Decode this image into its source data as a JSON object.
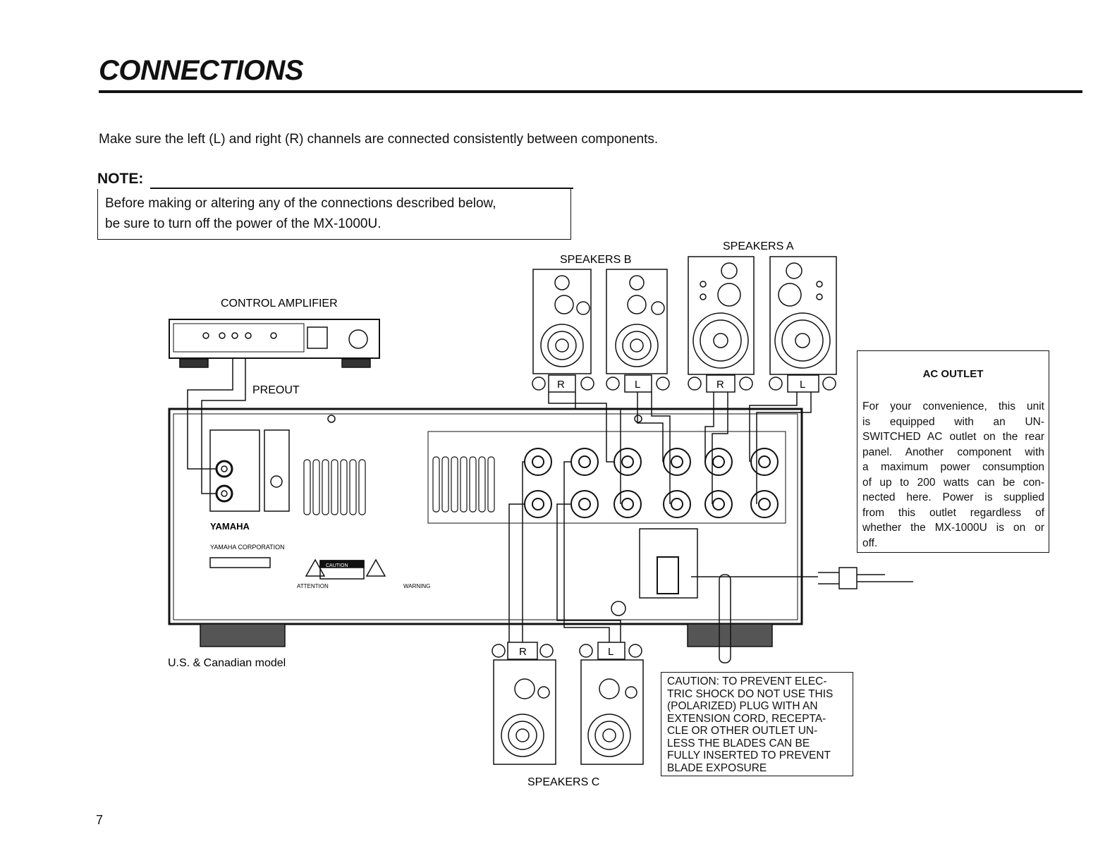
{
  "title": "CONNECTIONS",
  "intro": "Make sure the left (L) and right (R) channels are connected consistently between components.",
  "note": {
    "label": "NOTE:",
    "lines": [
      "Before making or altering any of the connections described below,",
      "be sure to turn off the power of the MX-1000U."
    ]
  },
  "diagram": {
    "speakers_a": "SPEAKERS A",
    "speakers_b": "SPEAKERS B",
    "speakers_c": "SPEAKERS C",
    "control_amplifier": "CONTROL AMPLIFIER",
    "preout": "PREOUT",
    "model_note": "U.S. & Canadian model",
    "ch_r": "R",
    "ch_l": "L",
    "brand": "YAMAHA",
    "corp": "YAMAHA CORPORATION",
    "caution_label": "CAUTION",
    "attention_label": "ATTENTION",
    "warning_label": "WARNING"
  },
  "ac_outlet": {
    "title": "AC OUTLET",
    "lines": [
      "For your convenience, this unit",
      "is equipped with an UN-",
      "SWITCHED AC outlet on the rear",
      "panel. Another component with",
      "a maximum power consumption",
      "of up to 200 watts can be con-",
      "nected here. Power is supplied",
      "from this outlet regardless of",
      "whether the MX-1000U is on or",
      "off."
    ]
  },
  "caution": {
    "lines": [
      "CAUTION: TO PREVENT ELEC-",
      "TRIC SHOCK DO NOT USE THIS",
      "(POLARIZED) PLUG WITH AN",
      "EXTENSION CORD, RECEPTA-",
      "CLE OR OTHER OUTLET UN-",
      "LESS THE BLADES CAN BE",
      "FULLY INSERTED TO PREVENT",
      "BLADE EXPOSURE"
    ]
  },
  "page_number": "7"
}
